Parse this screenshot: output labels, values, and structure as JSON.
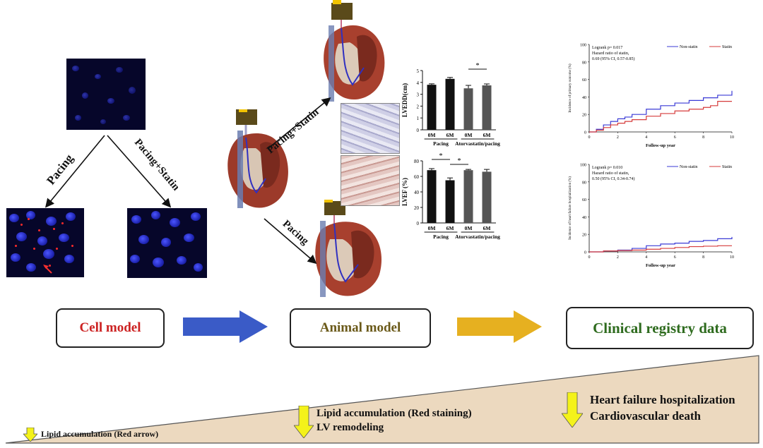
{
  "labels": {
    "pacing_left": "Pacing",
    "pacing_statin_left": "Pacing+Statin",
    "pacing_statin_right": "Pacing+Statin",
    "pacing_right": "Pacing"
  },
  "stages": {
    "cell_model": "Cell model",
    "animal_model": "Animal model",
    "clinical": "Clinical registry data"
  },
  "colors": {
    "cell_model": "#cc2222",
    "animal_model": "#6b5a1a",
    "clinical": "#2e6b1e",
    "arrow_blue": "#3a5bc7",
    "arrow_gold": "#e6b020",
    "wedge": "#ecd9bf",
    "down_arrow": "#f4f21a"
  },
  "outcomes": {
    "cell": "Lipid accumulation (Red arrow)",
    "animal_1": "Lipid accumulation (Red staining)",
    "animal_2": "LV remodeling",
    "clinical_1": "Heart failure hospitalization",
    "clinical_2": "Cardiovascular death"
  },
  "chart_data": [
    {
      "type": "bar",
      "ylabel": "LVEDD(cm)",
      "categories": [
        "0M",
        "6M",
        "0M",
        "6M"
      ],
      "groups": [
        "Pacing",
        "Atorvastatin/pacing"
      ],
      "values": [
        3.8,
        4.3,
        3.5,
        3.75
      ],
      "errors": [
        0.08,
        0.12,
        0.25,
        0.12
      ],
      "bar_colors": [
        "#111111",
        "#111111",
        "#555555",
        "#555555"
      ],
      "ylim": [
        0,
        5
      ],
      "yticks": [
        "0",
        "1",
        "2",
        "3",
        "4",
        "5"
      ],
      "significance": [
        {
          "between": [
            2,
            3
          ],
          "label": "*"
        }
      ]
    },
    {
      "type": "bar",
      "ylabel": "LVEF (%)",
      "categories": [
        "0M",
        "6M",
        "0M",
        "6M"
      ],
      "groups": [
        "Pacing",
        "Atorvastatin/pacing"
      ],
      "values": [
        68,
        55,
        68,
        66
      ],
      "errors": [
        2,
        3,
        1,
        3
      ],
      "bar_colors": [
        "#111111",
        "#111111",
        "#555555",
        "#555555"
      ],
      "ylim": [
        0,
        80
      ],
      "yticks": [
        "0",
        "20",
        "40",
        "60",
        "80"
      ],
      "significance": [
        {
          "between": [
            0,
            1
          ],
          "label": "*"
        },
        {
          "between": [
            1,
            2
          ],
          "label": "*"
        }
      ]
    },
    {
      "type": "line",
      "ylabel": "Incidence of primary outcome (%)",
      "xlabel": "Follow-up year",
      "xlim": [
        0,
        10
      ],
      "ylim": [
        0,
        100
      ],
      "xticks": [
        "0",
        "2",
        "4",
        "6",
        "8",
        "10"
      ],
      "yticks": [
        "0",
        "20",
        "40",
        "60",
        "80",
        "100"
      ],
      "annotation": [
        "Logrank p= 0.017",
        "Hazard ratio of statin,",
        "0.69 (95% CI, 0.57-0.85)"
      ],
      "series": [
        {
          "name": "Non-statin",
          "color": "#3b3bd6",
          "x": [
            0,
            0.5,
            1,
            1.5,
            2,
            2.5,
            3,
            4,
            5,
            6,
            7,
            8,
            9,
            10
          ],
          "y": [
            0,
            3,
            8,
            12,
            15,
            17,
            20,
            26,
            30,
            33,
            36,
            39,
            42,
            47
          ]
        },
        {
          "name": "Statin",
          "color": "#d63b3b",
          "x": [
            0,
            0.5,
            1,
            1.5,
            2,
            2.5,
            3,
            4,
            5,
            6,
            7,
            8,
            8.5,
            9,
            10
          ],
          "y": [
            0,
            2,
            5,
            8,
            10,
            12,
            14,
            18,
            21,
            24,
            26,
            28,
            30,
            35,
            35
          ]
        }
      ]
    },
    {
      "type": "line",
      "ylabel": "Incidence of heart failure hospitalization (%)",
      "xlabel": "Follow-up year",
      "xlim": [
        0,
        10
      ],
      "ylim": [
        0,
        100
      ],
      "xticks": [
        "0",
        "2",
        "4",
        "6",
        "8",
        "10"
      ],
      "yticks": [
        "0",
        "20",
        "40",
        "60",
        "80",
        "100"
      ],
      "annotation": [
        "Logrank p= 0.010",
        "Hazard ratio of statin,",
        "0.50 (95% CI, 0.34-0.74)"
      ],
      "series": [
        {
          "name": "Non-statin",
          "color": "#3b3bd6",
          "x": [
            0,
            1,
            2,
            3,
            4,
            5,
            6,
            7,
            8,
            9,
            10
          ],
          "y": [
            0,
            1,
            2,
            4,
            7,
            9,
            10,
            12,
            13,
            15,
            17
          ]
        },
        {
          "name": "Statin",
          "color": "#d63b3b",
          "x": [
            0,
            1,
            2,
            3,
            4,
            5,
            6,
            7,
            8,
            9,
            10
          ],
          "y": [
            0,
            1,
            1.5,
            2,
            3,
            4,
            5,
            6,
            6.5,
            7,
            7
          ]
        }
      ]
    }
  ]
}
